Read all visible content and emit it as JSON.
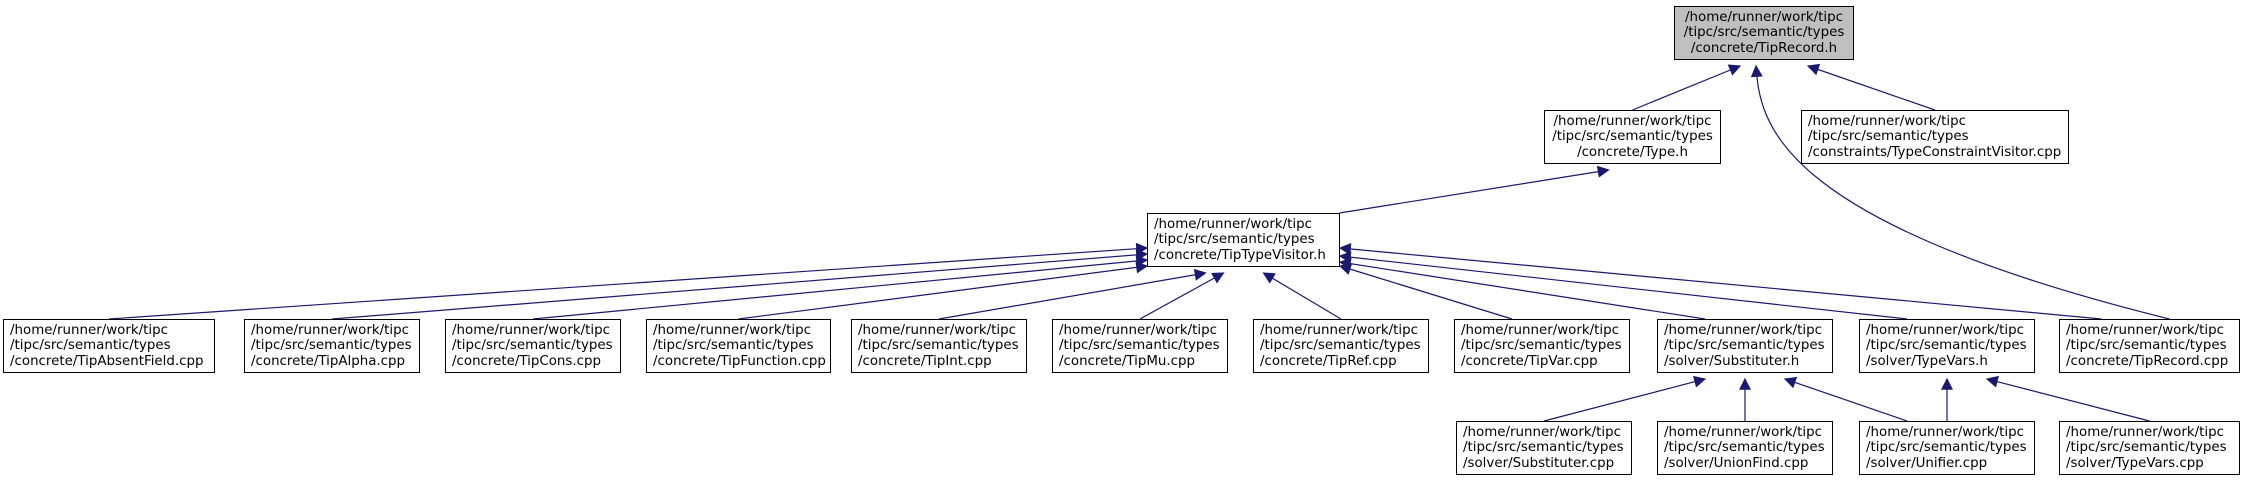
{
  "diagram": {
    "type": "include-dependency-graph",
    "colors": {
      "edge": "#191970",
      "root_fill": "#bfbfbf",
      "node_fill": "#ffffff",
      "border": "#000000"
    },
    "nodes": [
      {
        "id": "tiprecord-h",
        "lines": [
          "/home/runner/work/tipc",
          "/tipc/src/semantic/types",
          "/concrete/TipRecord.h"
        ]
      },
      {
        "id": "type-h",
        "lines": [
          "/home/runner/work/tipc",
          "/tipc/src/semantic/types",
          "/concrete/Type.h"
        ]
      },
      {
        "id": "typeconstraintvisitor-cpp",
        "lines": [
          "/home/runner/work/tipc",
          "/tipc/src/semantic/types",
          "/constraints/TypeConstraintVisitor.cpp"
        ]
      },
      {
        "id": "tiptypevisitor-h",
        "lines": [
          "/home/runner/work/tipc",
          "/tipc/src/semantic/types",
          "/concrete/TipTypeVisitor.h"
        ]
      },
      {
        "id": "tipabsentfield-cpp",
        "lines": [
          "/home/runner/work/tipc",
          "/tipc/src/semantic/types",
          "/concrete/TipAbsentField.cpp"
        ]
      },
      {
        "id": "tipalpha-cpp",
        "lines": [
          "/home/runner/work/tipc",
          "/tipc/src/semantic/types",
          "/concrete/TipAlpha.cpp"
        ]
      },
      {
        "id": "tipcons-cpp",
        "lines": [
          "/home/runner/work/tipc",
          "/tipc/src/semantic/types",
          "/concrete/TipCons.cpp"
        ]
      },
      {
        "id": "tipfunction-cpp",
        "lines": [
          "/home/runner/work/tipc",
          "/tipc/src/semantic/types",
          "/concrete/TipFunction.cpp"
        ]
      },
      {
        "id": "tipint-cpp",
        "lines": [
          "/home/runner/work/tipc",
          "/tipc/src/semantic/types",
          "/concrete/TipInt.cpp"
        ]
      },
      {
        "id": "tipmu-cpp",
        "lines": [
          "/home/runner/work/tipc",
          "/tipc/src/semantic/types",
          "/concrete/TipMu.cpp"
        ]
      },
      {
        "id": "tipref-cpp",
        "lines": [
          "/home/runner/work/tipc",
          "/tipc/src/semantic/types",
          "/concrete/TipRef.cpp"
        ]
      },
      {
        "id": "tipvar-cpp",
        "lines": [
          "/home/runner/work/tipc",
          "/tipc/src/semantic/types",
          "/concrete/TipVar.cpp"
        ]
      },
      {
        "id": "substituter-h",
        "lines": [
          "/home/runner/work/tipc",
          "/tipc/src/semantic/types",
          "/solver/Substituter.h"
        ]
      },
      {
        "id": "typevars-h",
        "lines": [
          "/home/runner/work/tipc",
          "/tipc/src/semantic/types",
          "/solver/TypeVars.h"
        ]
      },
      {
        "id": "tiprecord-cpp",
        "lines": [
          "/home/runner/work/tipc",
          "/tipc/src/semantic/types",
          "/concrete/TipRecord.cpp"
        ]
      },
      {
        "id": "substituter-cpp",
        "lines": [
          "/home/runner/work/tipc",
          "/tipc/src/semantic/types",
          "/solver/Substituter.cpp"
        ]
      },
      {
        "id": "unionfind-cpp",
        "lines": [
          "/home/runner/work/tipc",
          "/tipc/src/semantic/types",
          "/solver/UnionFind.cpp"
        ]
      },
      {
        "id": "unifier-cpp",
        "lines": [
          "/home/runner/work/tipc",
          "/tipc/src/semantic/types",
          "/solver/Unifier.cpp"
        ]
      },
      {
        "id": "typevars-cpp",
        "lines": [
          "/home/runner/work/tipc",
          "/tipc/src/semantic/types",
          "/solver/TypeVars.cpp"
        ]
      }
    ],
    "edges": [
      {
        "from": "type-h",
        "to": "tiprecord-h"
      },
      {
        "from": "typeconstraintvisitor-cpp",
        "to": "tiprecord-h"
      },
      {
        "from": "tiprecord-cpp",
        "to": "tiprecord-h"
      },
      {
        "from": "tiptypevisitor-h",
        "to": "type-h"
      },
      {
        "from": "tipabsentfield-cpp",
        "to": "tiptypevisitor-h"
      },
      {
        "from": "tipalpha-cpp",
        "to": "tiptypevisitor-h"
      },
      {
        "from": "tipcons-cpp",
        "to": "tiptypevisitor-h"
      },
      {
        "from": "tipfunction-cpp",
        "to": "tiptypevisitor-h"
      },
      {
        "from": "tipint-cpp",
        "to": "tiptypevisitor-h"
      },
      {
        "from": "tipmu-cpp",
        "to": "tiptypevisitor-h"
      },
      {
        "from": "tipref-cpp",
        "to": "tiptypevisitor-h"
      },
      {
        "from": "tipvar-cpp",
        "to": "tiptypevisitor-h"
      },
      {
        "from": "substituter-h",
        "to": "tiptypevisitor-h"
      },
      {
        "from": "typevars-h",
        "to": "tiptypevisitor-h"
      },
      {
        "from": "tiprecord-cpp",
        "to": "tiptypevisitor-h"
      },
      {
        "from": "substituter-cpp",
        "to": "substituter-h"
      },
      {
        "from": "unionfind-cpp",
        "to": "substituter-h"
      },
      {
        "from": "unifier-cpp",
        "to": "substituter-h"
      },
      {
        "from": "unifier-cpp",
        "to": "typevars-h"
      },
      {
        "from": "typevars-cpp",
        "to": "typevars-h"
      }
    ]
  }
}
